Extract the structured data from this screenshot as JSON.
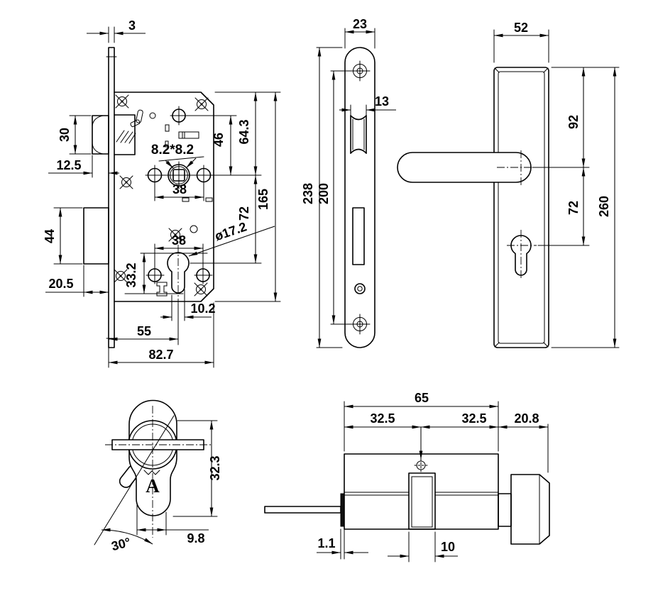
{
  "drawing": {
    "kind": "technical-drawing",
    "subject": "mortise lock set: lock body, faceplate, handle plate, profile cylinder with thumbturn",
    "line_color": "#000000",
    "background_color": "#ffffff"
  },
  "lock_body": {
    "plate_thickness": "3",
    "latch_height": "30",
    "latch_protrusion": "12.5",
    "spindle_square": "8.2*8.2",
    "spindle_to_top_hole": "46",
    "top_to_spindle": "64.3",
    "handle_hole_spacing": "38",
    "body_height": "165",
    "spindle_to_cylinder": "72",
    "deadbolt_height": "44",
    "deadbolt_throw": "20.5",
    "cylinder_hole_spacing": "38",
    "profile_height": "33.2",
    "profile_diameter": "ø17.2",
    "profile_width": "10.2",
    "backset": "55",
    "body_depth": "82.7"
  },
  "faceplate": {
    "width": "23",
    "latch_width": "13",
    "height": "238",
    "screw_spacing": "200"
  },
  "handle_plate": {
    "width": "52",
    "top_to_handle": "92",
    "handle_to_cylinder": "72",
    "height": "260"
  },
  "cylinder_front": {
    "height": "32.3",
    "body_width": "9.8",
    "turn_angle": "30°",
    "logo": "A"
  },
  "cylinder_side": {
    "total_length": "65",
    "outside_half": "32.5",
    "inside_half": "32.5",
    "knob_length": "20.8",
    "collar_thickness": "1.1",
    "cam_width": "10"
  }
}
